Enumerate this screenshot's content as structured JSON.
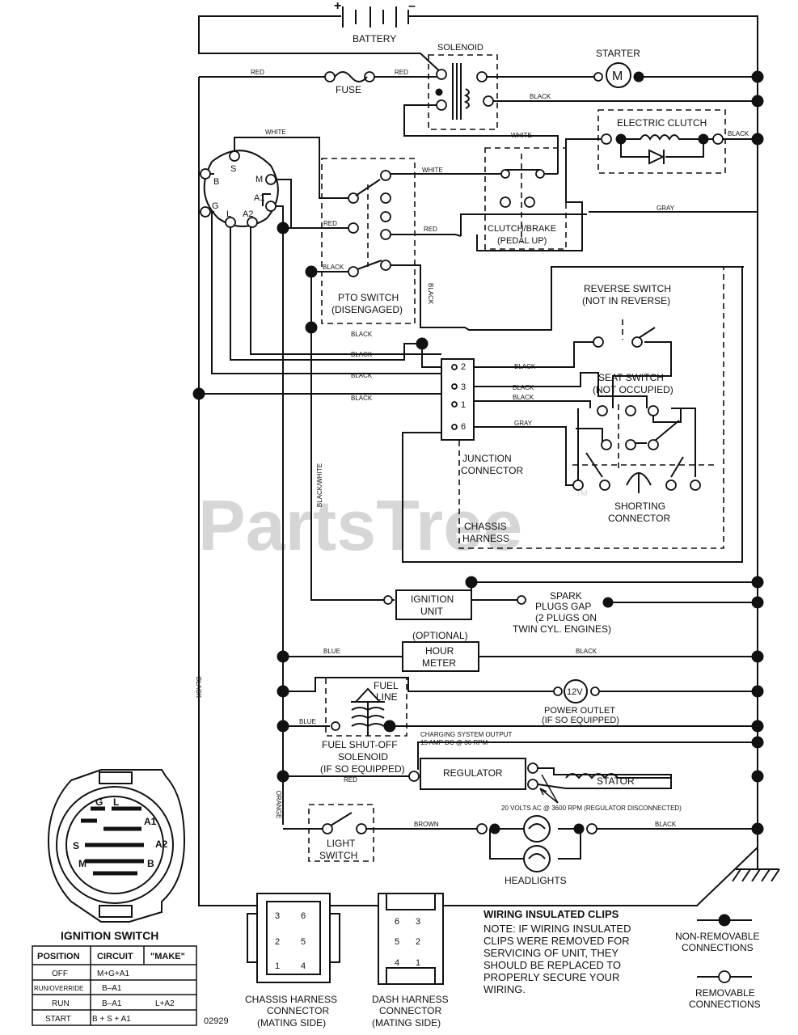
{
  "watermark": "PartsTree",
  "watermark_tm": "TM",
  "drawing_number": "02929",
  "components": {
    "battery": "BATTERY",
    "battery_pos": "+",
    "battery_neg": "–",
    "solenoid": "SOLENOID",
    "starter": "STARTER",
    "starter_symbol": "M",
    "fuse": "FUSE",
    "electric_clutch": "ELECTRIC CLUTCH",
    "clutch_brake_1": "CLUTCH/BRAKE",
    "clutch_brake_2": "(PEDAL UP)",
    "pto_switch_1": "PTO SWITCH",
    "pto_switch_2": "(DISENGAGED)",
    "reverse_switch_1": "REVERSE SWITCH",
    "reverse_switch_2": "(NOT IN REVERSE)",
    "seat_switch_1": "SEAT SWITCH",
    "seat_switch_2": "(NOT OCCUPIED)",
    "junction_1": "JUNCTION",
    "junction_2": "CONNECTOR",
    "chassis_harness_1": "CHASSIS",
    "chassis_harness_2": "HARNESS",
    "shorting_1": "SHORTING",
    "shorting_2": "CONNECTOR",
    "ignition_unit_1": "IGNITION",
    "ignition_unit_2": "UNIT",
    "spark_1": "SPARK",
    "spark_2": "PLUGS GAP",
    "spark_3": "(2 PLUGS ON",
    "spark_4": "TWIN CYL. ENGINES)",
    "optional": "(OPTIONAL)",
    "hour_meter_1": "HOUR",
    "hour_meter_2": "METER",
    "fuel_line_1": "FUEL",
    "fuel_line_2": "LINE",
    "power_outlet_symbol": "12V",
    "power_outlet_1": "POWER OUTLET",
    "power_outlet_2": "(IF SO EQUIPPED)",
    "fuel_solenoid_1": "FUEL SHUT-OFF",
    "fuel_solenoid_2": "SOLENOID",
    "fuel_solenoid_3": "(IF SO EQUIPPED)",
    "charging_1": "CHARGING SYSTEM OUTPUT",
    "charging_2": "15 AMP DC @ 36 RPM",
    "regulator": "REGULATOR",
    "stator": "STATOR",
    "ac_note": "20 VOLTS AC @ 3600 RPM (REGULATOR DISCONNECTED)",
    "light_switch_1": "LIGHT",
    "light_switch_2": "SWITCH",
    "headlights": "HEADLIGHTS",
    "ign_terminals": [
      "S",
      "M",
      "B",
      "A1",
      "G",
      "L",
      "A2"
    ],
    "junction_pins": [
      "2",
      "3",
      "1",
      "6"
    ]
  },
  "wires": {
    "red": "RED",
    "black": "BLACK",
    "white": "WHITE",
    "gray": "GRAY",
    "blue": "BLUE",
    "brown": "BROWN",
    "orange": "ORANGE",
    "black_white": "BLACK/WHITE"
  },
  "ignition_switch": {
    "title": "IGNITION SWITCH",
    "icon_labels": [
      "G",
      "L",
      "A1",
      "A2",
      "S",
      "M",
      "B"
    ],
    "headers": [
      "POSITION",
      "CIRCUIT",
      "\"MAKE\""
    ],
    "rows": [
      [
        "OFF",
        "M+G+A1",
        ""
      ],
      [
        "RUN/OVERRIDE",
        "B–A1",
        ""
      ],
      [
        "RUN",
        "B–A1",
        "L+A2"
      ],
      [
        "START",
        "B + S + A1",
        ""
      ]
    ]
  },
  "connectors": {
    "chassis_1": "CHASSIS HARNESS",
    "chassis_2": "CONNECTOR",
    "chassis_3": "(MATING SIDE)",
    "chassis_pins": [
      "3",
      "6",
      "2",
      "5",
      "1",
      "4"
    ],
    "dash_1": "DASH HARNESS",
    "dash_2": "CONNECTOR",
    "dash_3": "(MATING SIDE)",
    "dash_pins": [
      "6",
      "3",
      "5",
      "2",
      "4",
      "1"
    ]
  },
  "notes": {
    "clips_title": "WIRING INSULATED CLIPS",
    "clips_lines": [
      "NOTE: IF WIRING INSULATED",
      "CLIPS WERE REMOVED FOR",
      "SERVICING OF UNIT, THEY",
      "SHOULD BE REPLACED TO",
      "PROPERLY SECURE YOUR",
      "WIRING."
    ]
  },
  "legend": {
    "nonremovable_1": "NON-REMOVABLE",
    "nonremovable_2": "CONNECTIONS",
    "removable_1": "REMOVABLE",
    "removable_2": "CONNECTIONS"
  }
}
